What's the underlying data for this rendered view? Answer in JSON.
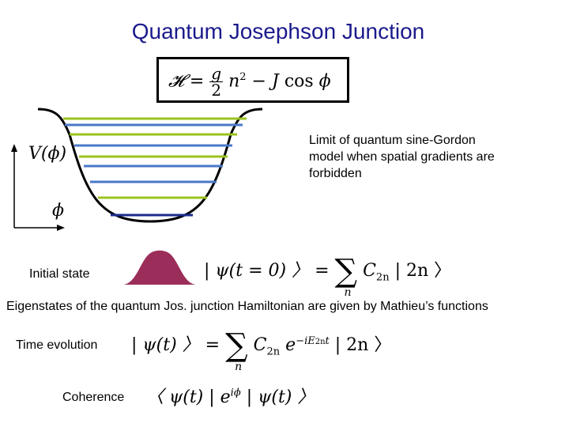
{
  "title": "Quantum Josephson Junction",
  "hamiltonian": {
    "lhs": "𝓗 =",
    "frac_num": "g",
    "frac_den": "2",
    "n_term": "n",
    "n_exp": "2",
    "minus": "−",
    "coupling": "J",
    "cos": "cos",
    "phi": "ϕ"
  },
  "note": "Limit of quantum sine-Gordon model when spatial gradients are forbidden",
  "axes": {
    "potential": "V(ϕ)",
    "phase": "ϕ"
  },
  "colors": {
    "title": "#1a1a8c",
    "green_level": "#9bc31f",
    "blue_level": "#4a78c8",
    "navy_level": "#1c2c8c",
    "wavepacket": "#9b2d5a"
  },
  "initial_state": {
    "label": "Initial state",
    "lhs": "| ψ(t = 0) 〉 =",
    "coef": "C",
    "coef_sub": "2n",
    "ket": "| 2n 〉",
    "sum_index": "n"
  },
  "eigenstates_text": "Eigenstates  of the quantum Jos. junction Hamiltonian are given by Mathieu’s functions",
  "time_evolution": {
    "label": "Time evolution",
    "lhs": "| ψ(t) 〉 =",
    "coef": "C",
    "coef_sub": "2n",
    "exp_base": "e",
    "exp_power": "−iE",
    "exp_power_sub": "2n",
    "exp_power_t": "t",
    "ket": "| 2n 〉",
    "sum_index": "n"
  },
  "coherence": {
    "label": "Coherence",
    "expr": "〈 ψ(t) | e",
    "exp": "iϕ",
    "expr_end": "| ψ(t) 〉"
  }
}
